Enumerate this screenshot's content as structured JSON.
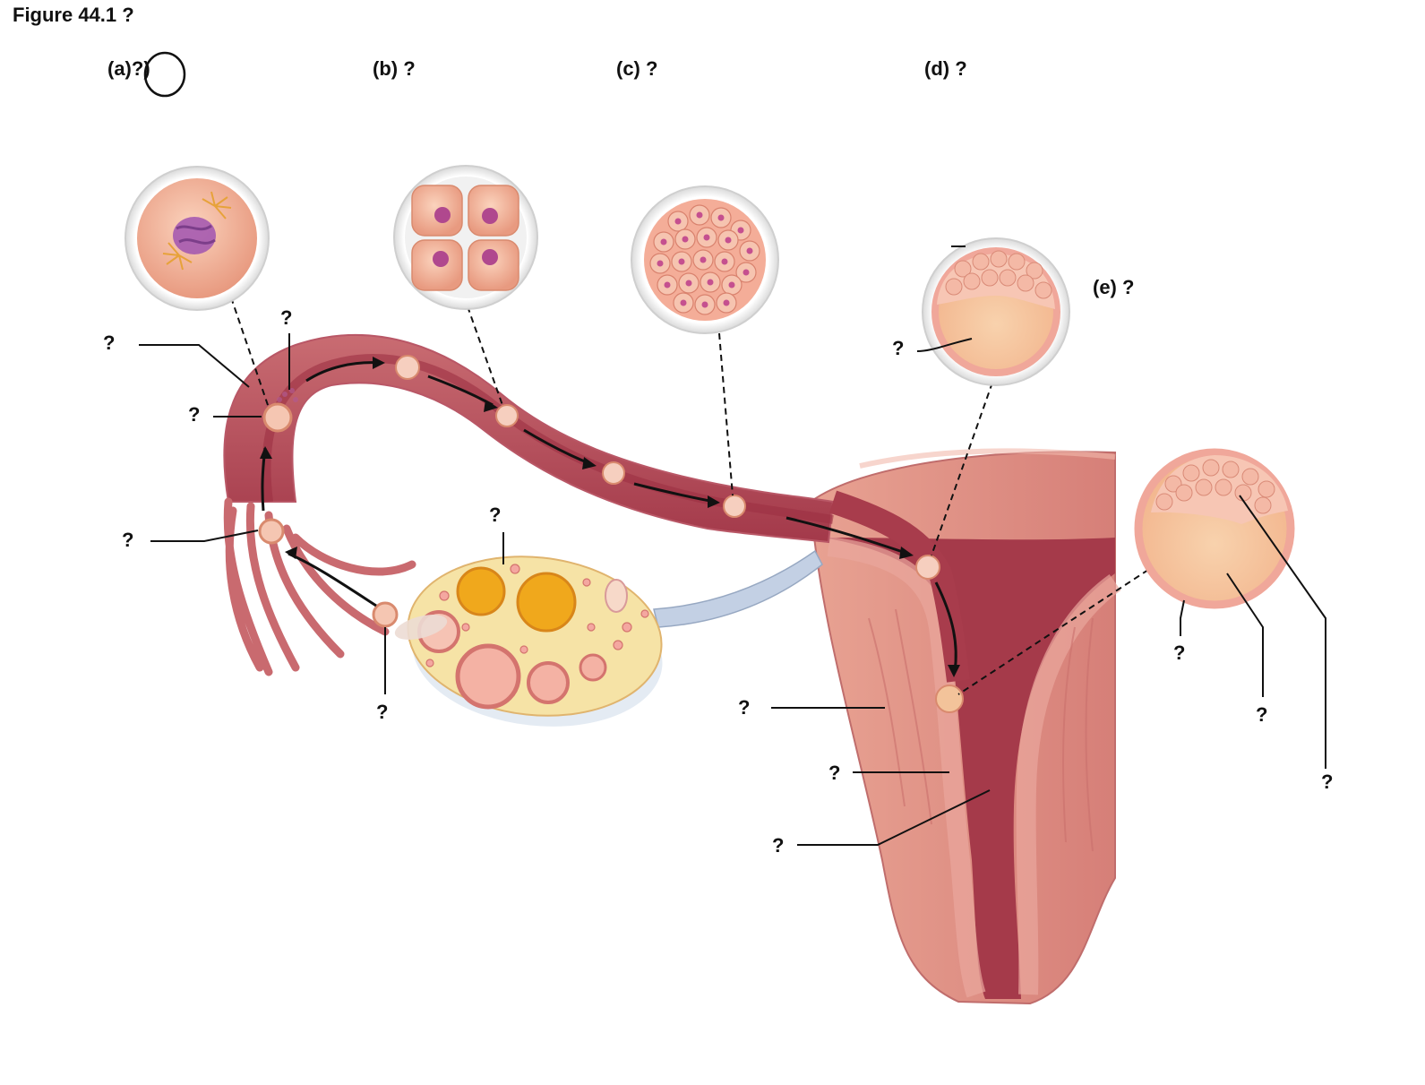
{
  "figure_title": "Figure 44.1 ?",
  "stages": {
    "a": {
      "letter": "(a)",
      "mark": "?)"
    },
    "b": {
      "text": "(b) ?"
    },
    "c": {
      "text": "(c) ?"
    },
    "d": {
      "text": "(d) ?"
    },
    "e": {
      "text": "(e) ?"
    }
  },
  "labels": {
    "tube_wall": "?",
    "sperm": "?",
    "zygote": "?",
    "oocyte": "?",
    "ovulation": "?",
    "follicle": "?",
    "d_inner": "?",
    "uterus_wall": "?",
    "endometrium": "?",
    "uterine_cavity": "?",
    "e_trophoblast": "?",
    "e_inner_mass": "?",
    "e_cells": "?"
  },
  "colors": {
    "tissue": "#d98a82",
    "tissue_dark": "#a8424c",
    "cell": "#f2b49a",
    "nucleus": "#b0488e",
    "ovary": "#f6e3a6",
    "corpus": "#f0a81c",
    "ligament": "#c3d0e4"
  }
}
